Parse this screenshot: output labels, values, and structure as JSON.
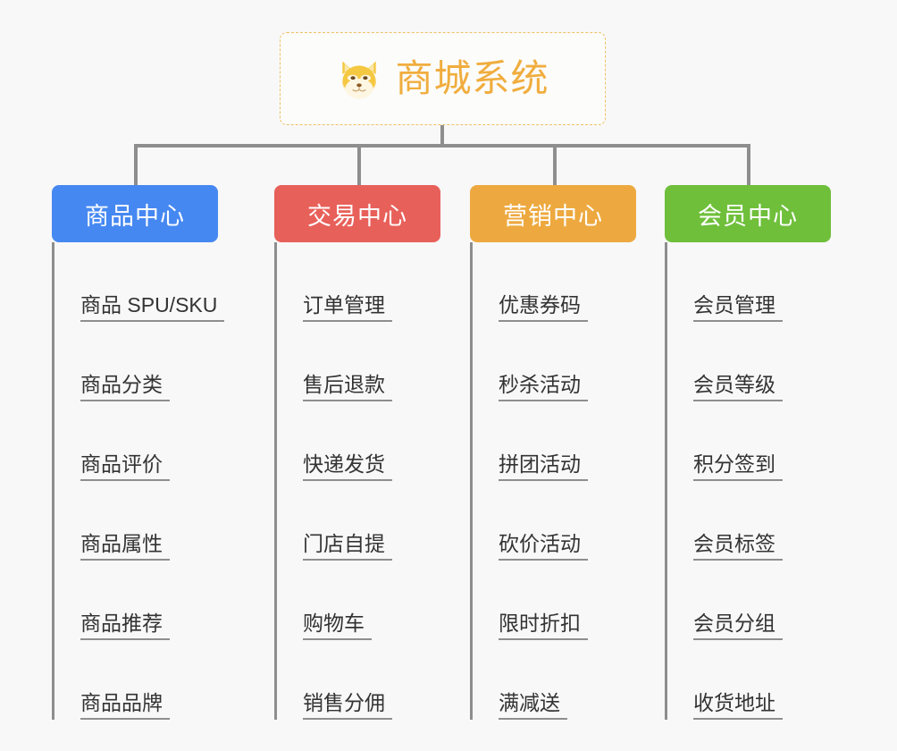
{
  "background_color": "#f8f8f8",
  "root": {
    "title": "商城系统",
    "icon": "shiba-dog-face-icon",
    "text_color": "#f0ad3e",
    "border_color": "#f0c063"
  },
  "connector_color": "#8e8e8e",
  "columns": [
    {
      "title": "商品中心",
      "color": "#4688f1",
      "items": [
        "商品 SPU/SKU",
        "商品分类",
        "商品评价",
        "商品属性",
        "商品推荐",
        "商品品牌"
      ]
    },
    {
      "title": "交易中心",
      "color": "#e8605a",
      "items": [
        "订单管理",
        "售后退款",
        "快递发货",
        "门店自提",
        "购物车",
        "销售分佣"
      ]
    },
    {
      "title": "营销中心",
      "color": "#eda93f",
      "items": [
        "优惠券码",
        "秒杀活动",
        "拼团活动",
        "砍价活动",
        "限时折扣",
        "满减送"
      ]
    },
    {
      "title": "会员中心",
      "color": "#6fbf3b",
      "items": [
        "会员管理",
        "会员等级",
        "积分签到",
        "会员标签",
        "会员分组",
        "收货地址"
      ]
    }
  ]
}
